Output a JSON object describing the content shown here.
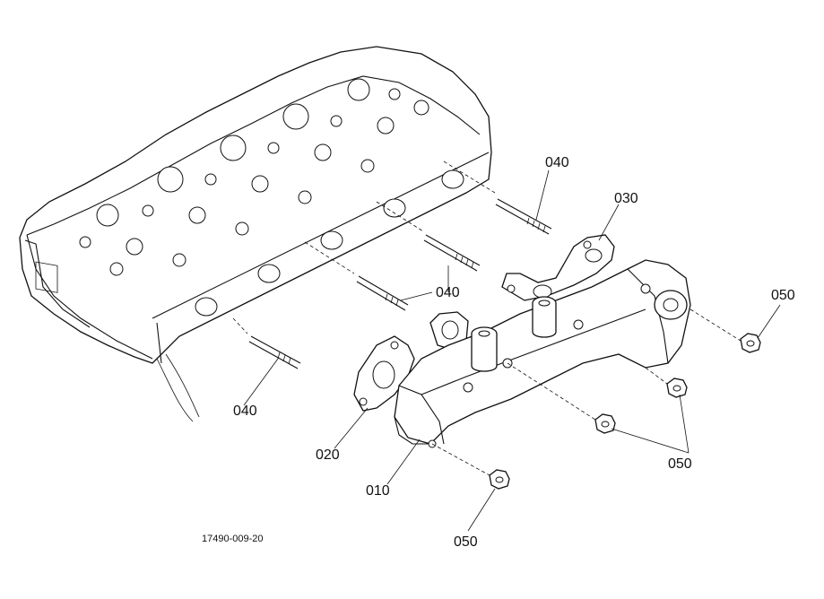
{
  "diagram": {
    "figure_code": "17490-009-20",
    "callouts": {
      "manifold": "010",
      "gasket_front": "020",
      "gasket_rear": "030",
      "stud_top": "040",
      "stud_middle": "040",
      "stud_lower": "040",
      "nut_right": "050",
      "nut_mid": "050",
      "nut_bottom": "050"
    }
  }
}
